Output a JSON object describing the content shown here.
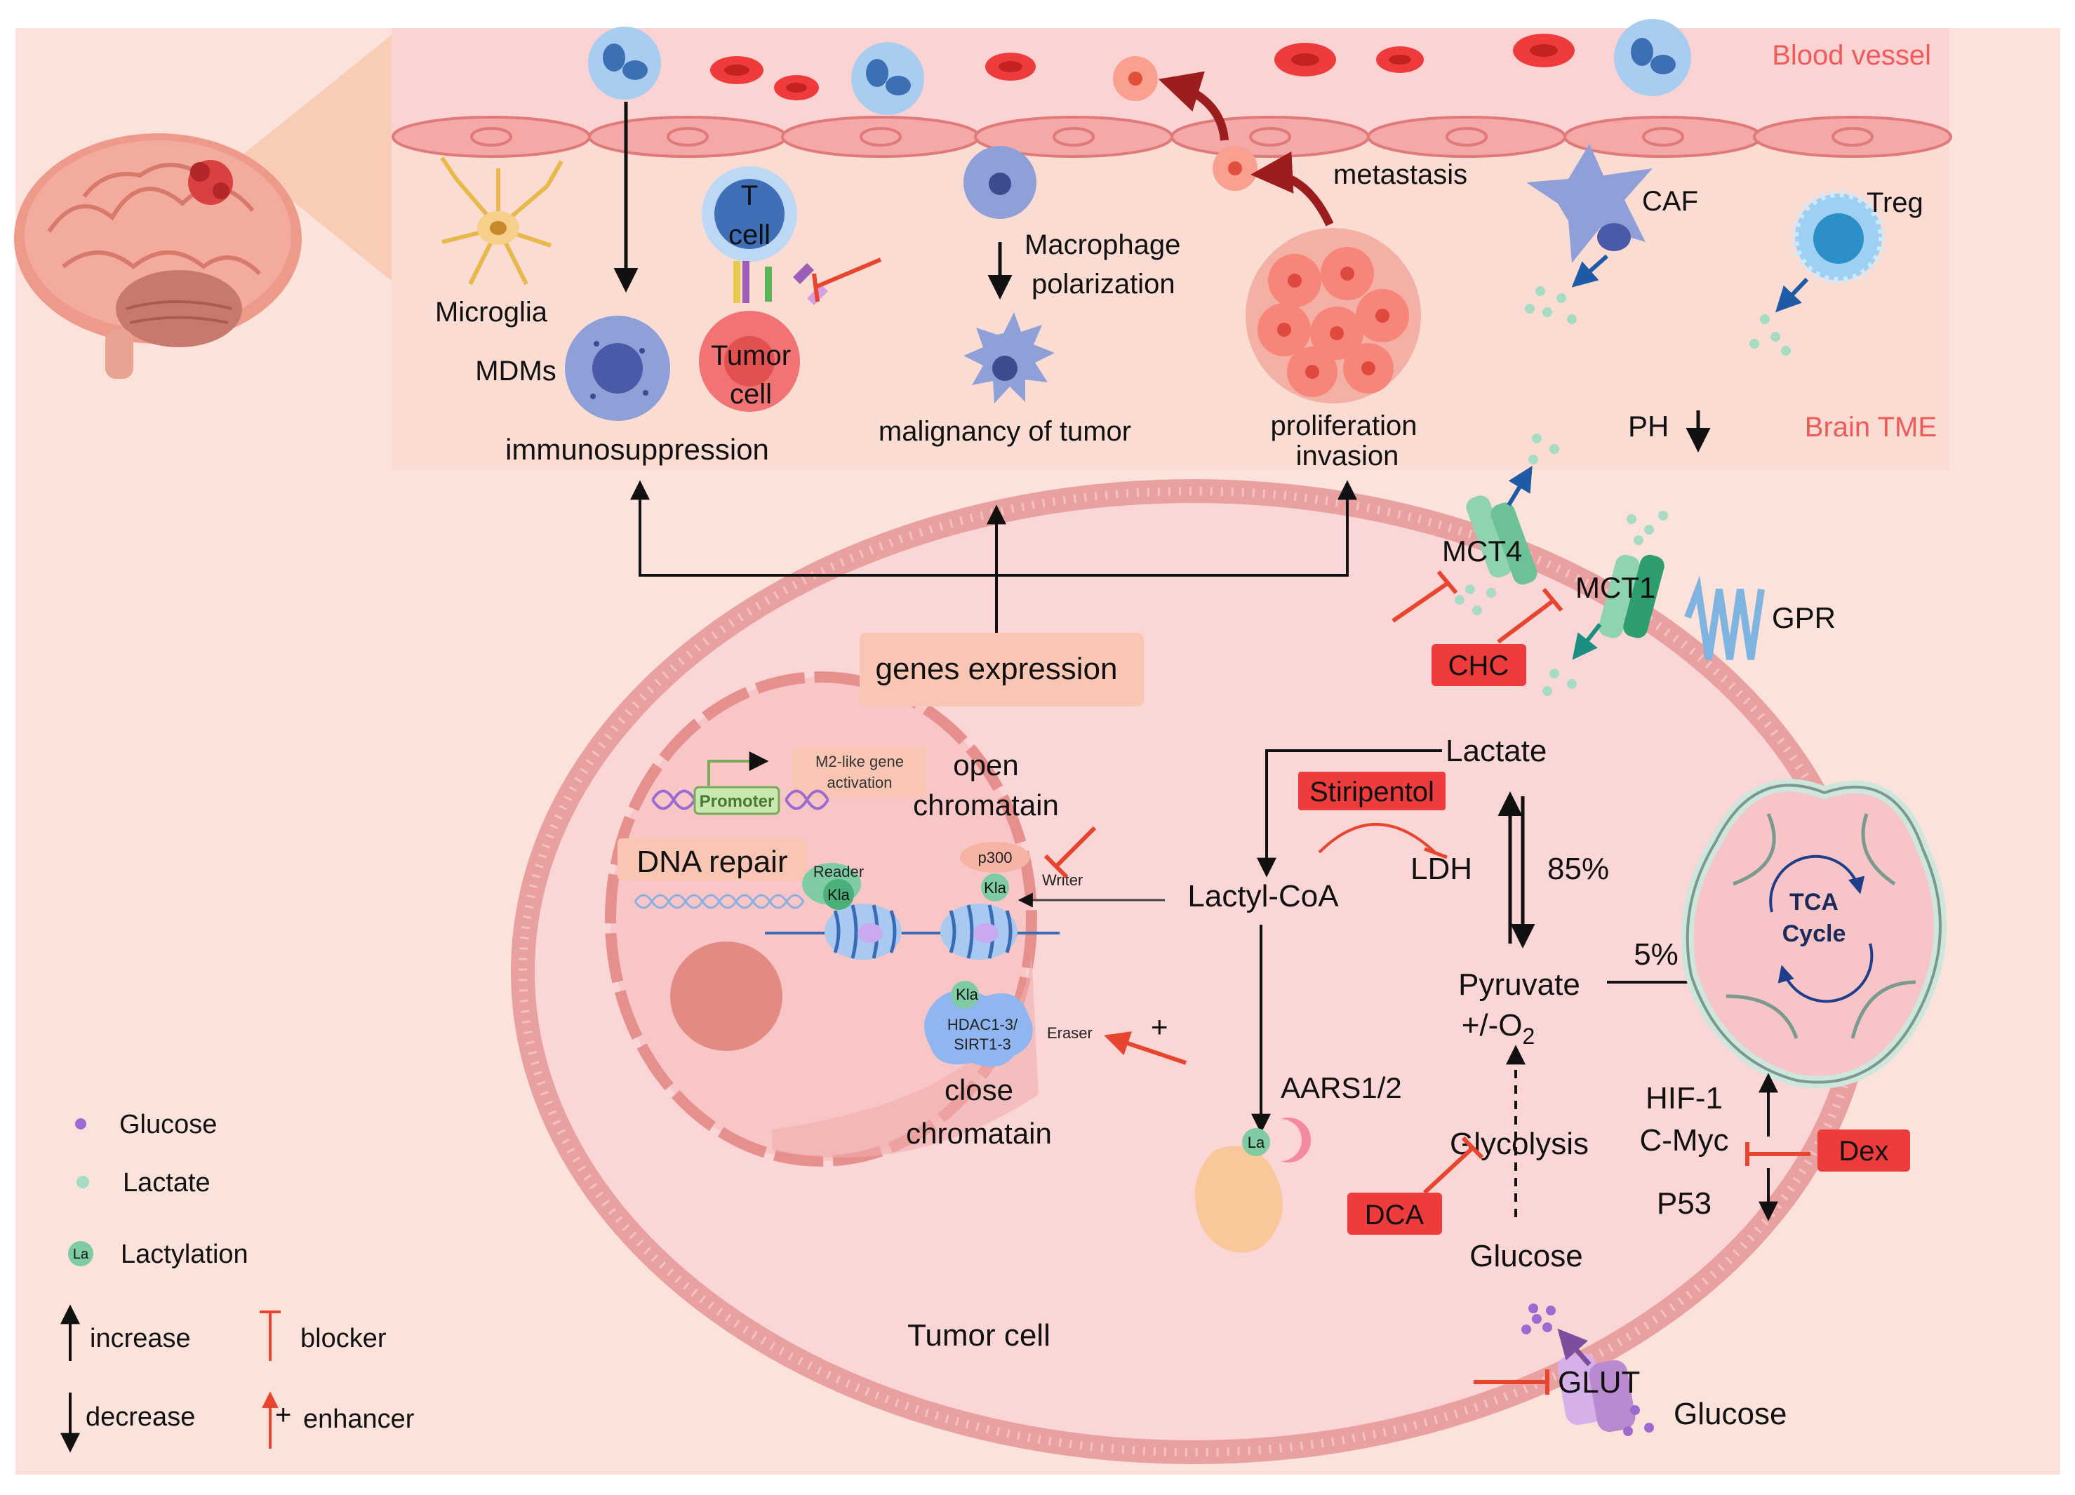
{
  "region_labels": {
    "blood_vessel": "Blood vessel",
    "brain_tme": "Brain TME",
    "tumor_cell": "Tumor cell"
  },
  "tme_labels": {
    "microglia": "Microglia",
    "mdms": "MDMs",
    "t_cell_line1": "T",
    "t_cell_line2": "cell",
    "tumor_cell_line1": "Tumor",
    "tumor_cell_line2": "cell",
    "macrophage_line1": "Macrophage",
    "macrophage_line2": "polarization",
    "malignancy": "malignancy of tumor",
    "immunosuppression": "immunosuppression",
    "metastasis": "metastasis",
    "proliferation": "proliferation",
    "invasion": "invasion",
    "caf": "CAF",
    "treg": "Treg",
    "ph": "PH"
  },
  "nucleus_labels": {
    "genes_expression": "genes expression",
    "m2_line1": "M2-like gene",
    "m2_line2": "activation",
    "promoter": "Promoter",
    "open_line1": "open",
    "open_line2": "chromatain",
    "dna_repair": "DNA repair",
    "reader": "Reader",
    "kla": "Kla",
    "p300": "p300",
    "writer": "Writer",
    "hdac_line1": "HDAC1-3/",
    "hdac_line2": "SIRT1-3",
    "eraser": "Eraser",
    "close_line1": "close",
    "close_line2": "chromatain",
    "plus": "+"
  },
  "metabolism_labels": {
    "mct4": "MCT4",
    "mct1": "MCT1",
    "gpr": "GPR",
    "chc": "CHC",
    "lactate": "Lactate",
    "stiripentol": "Stiripentol",
    "ldh": "LDH",
    "pct85": "85%",
    "lactyl_coa": "Lactyl-CoA",
    "pyruvate": "Pyruvate",
    "o2": "+/-O",
    "o2_sub": "2",
    "pct5": "5%",
    "tca_line1": "TCA",
    "tca_line2": "Cycle",
    "aars": "AARS1/2",
    "la": "La",
    "glycolysis": "Glycolysis",
    "dca": "DCA",
    "glucose": "Glucose",
    "hif": "HIF-1",
    "cmyc": "C-Myc",
    "p53": "P53",
    "dex": "Dex",
    "glut": "GLUT",
    "glucose_outside": "Glucose"
  },
  "legend": {
    "glucose": "Glucose",
    "lactate": "Lactate",
    "lactylation": "Lactylation",
    "la": "La",
    "increase": "increase",
    "decrease": "decrease",
    "blocker": "blocker",
    "enhancer": "enhancer",
    "plus": "+"
  },
  "colors": {
    "background": "#fbe3dc",
    "vessel": "#fcd3d3",
    "tme": "#fbdcd2",
    "cell": "#fbdcdf",
    "membrane": "#e99a9a",
    "drug_box": "#ee3b3b",
    "blocker": "#e8452f",
    "accent_red": "#ef5a5a",
    "dark_red_arrow": "#9c1d1d",
    "blue_arrow": "#1f5aa6",
    "teal_arrow": "#1a8f82"
  }
}
